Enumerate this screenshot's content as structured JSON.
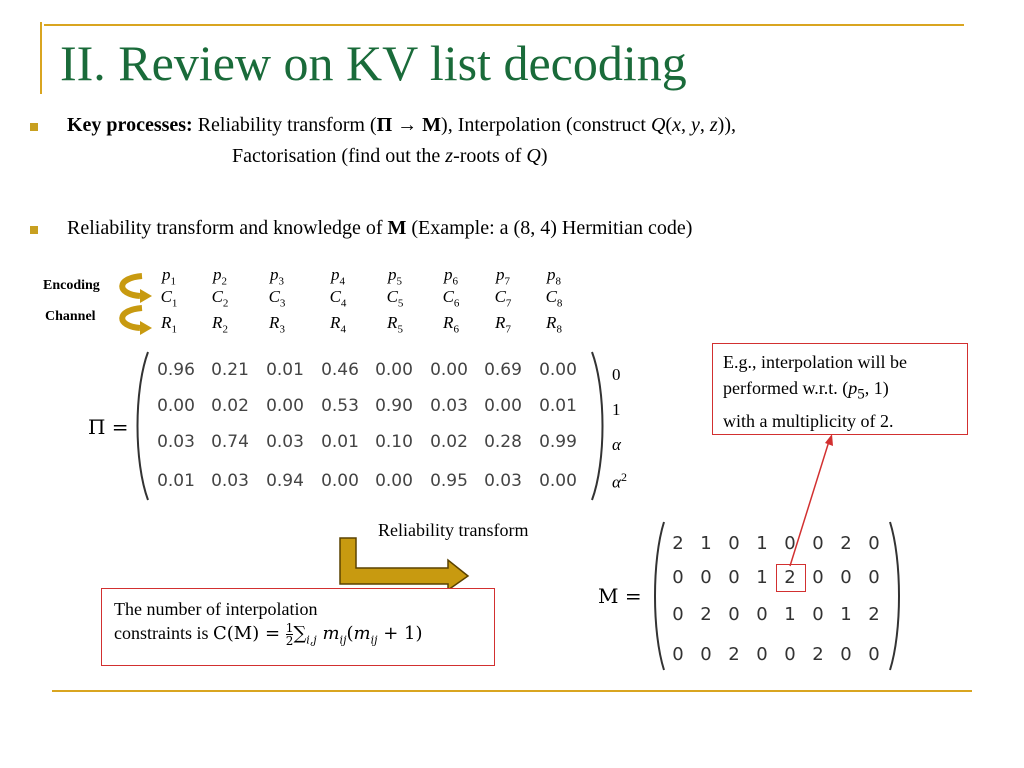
{
  "slide": {
    "title": "II. Review on KV list decoding",
    "bullet1": {
      "bold": "Key processes:",
      "part1": " Reliability transform (",
      "pi": "Π",
      "arrow": "→",
      "m": "M",
      "part2": "), Interpolation (construct ",
      "q": "Q",
      "open": "(",
      "x": "x",
      "comma1": ", ",
      "y": "y",
      "comma2": ", ",
      "z": "z",
      "close": ")),",
      "line2_part1": "Factorisation (find out the ",
      "line2_z": "z",
      "line2_part2": "-roots of ",
      "line2_q": "Q",
      "line2_end": ")"
    },
    "bullet2": {
      "part1": "Reliability transform and knowledge of ",
      "m": "M",
      "part2": " (Example: a (8, 4) Hermitian code)"
    }
  },
  "flow": {
    "encoding_label": "Encoding",
    "channel_label": "Channel",
    "p_symbols": [
      "p",
      "p",
      "p",
      "p",
      "p",
      "p",
      "p",
      "p"
    ],
    "c_symbols": [
      "C",
      "C",
      "C",
      "C",
      "C",
      "C",
      "C",
      "C"
    ],
    "r_symbols": [
      "R",
      "R",
      "R",
      "R",
      "R",
      "R",
      "R",
      "R"
    ],
    "subscripts": [
      "1",
      "2",
      "3",
      "4",
      "5",
      "6",
      "7",
      "8"
    ]
  },
  "pi_matrix": {
    "label": "Π =",
    "rows": [
      [
        "0.96",
        "0.21",
        "0.01",
        "0.46",
        "0.00",
        "0.00",
        "0.69",
        "0.00"
      ],
      [
        "0.00",
        "0.02",
        "0.00",
        "0.53",
        "0.90",
        "0.03",
        "0.00",
        "0.01"
      ],
      [
        "0.03",
        "0.74",
        "0.03",
        "0.01",
        "0.10",
        "0.02",
        "0.28",
        "0.99"
      ],
      [
        "0.01",
        "0.03",
        "0.94",
        "0.00",
        "0.00",
        "0.95",
        "0.03",
        "0.00"
      ]
    ],
    "row_labels": [
      "0",
      "1",
      "α",
      "α"
    ],
    "alpha_sq_exponent": "2"
  },
  "callout_interp": {
    "line1": "E.g., interpolation will be",
    "line2a": "performed w.r.t. (",
    "line2p": "p",
    "line2sub": "5",
    "line2b": ", 1)",
    "line3": "with a multiplicity of 2."
  },
  "transform": {
    "label": "Reliability transform"
  },
  "m_matrix": {
    "label": "M =",
    "rows": [
      [
        "2",
        "1",
        "0",
        "1",
        "0",
        "0",
        "2",
        "0"
      ],
      [
        "0",
        "0",
        "0",
        "1",
        "2",
        "0",
        "0",
        "0"
      ],
      [
        "0",
        "2",
        "0",
        "0",
        "1",
        "0",
        "1",
        "2"
      ],
      [
        "0",
        "0",
        "2",
        "0",
        "0",
        "2",
        "0",
        "0"
      ]
    ]
  },
  "callout_constraints": {
    "line1": "The number of interpolation",
    "line2": "constraints is",
    "formula": {
      "lhs": "C(M) =",
      "frac_num": "1",
      "frac_den": "2",
      "sum": "∑",
      "sum_sub": "i,j",
      "term": "m",
      "term_sub": "ij",
      "paren_open": "(",
      "term2": "m",
      "term2_sub": "ij",
      "rest": " + 1)"
    }
  },
  "colors": {
    "title": "#1a6b3a",
    "accent_gold": "#d9a520",
    "callout_red": "#d23030",
    "arrow_fill": "#c89a10"
  }
}
